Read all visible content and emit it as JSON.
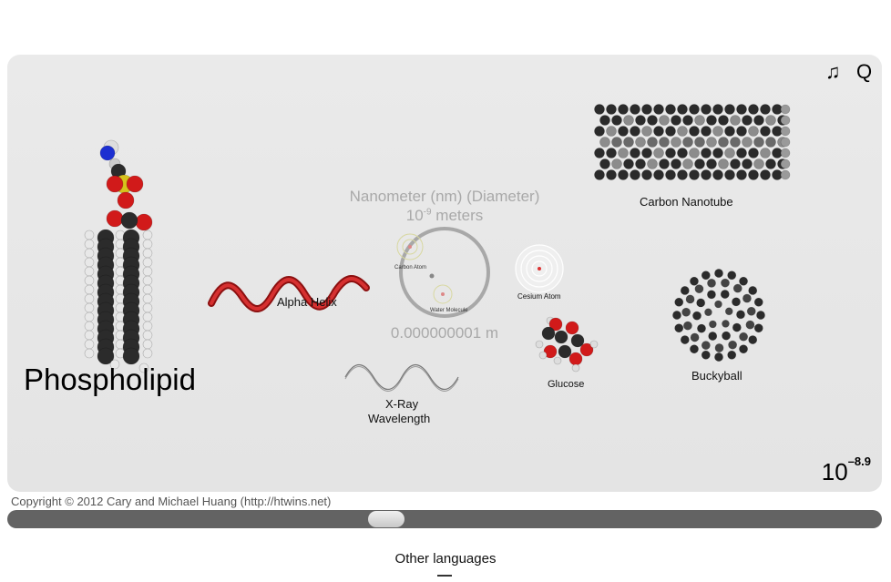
{
  "toolbar": {
    "music_icon": "music-note-icon",
    "search_icon": "search-icon",
    "music_glyph": "♫",
    "search_glyph": "Q"
  },
  "scene": {
    "title": "Phospholipid",
    "ghost_unit": "Nanometer (nm) (Diameter)",
    "ghost_power_base": "10",
    "ghost_power_exp": "-9",
    "ghost_power_unit": " meters",
    "ghost_value": "0.000000001 m",
    "labels": {
      "alpha_helix": "Alpha Helix",
      "carbon_nanotube": "Carbon Nanotube",
      "cesium_atom": "Cesium Atom",
      "glucose": "Glucose",
      "buckyball": "Buckyball",
      "xray_line1": "X-Ray",
      "xray_line2": "Wavelength",
      "carbon_atom_ghost": "Carbon Atom",
      "water_molecule_ghost": "Water Molecule"
    }
  },
  "scale": {
    "base": "10",
    "exponent": "–8.9"
  },
  "footer": {
    "copyright": "Copyright © 2012 Cary and Michael Huang (http://htwins.net)",
    "other_languages": "Other languages"
  },
  "slider": {
    "position": 0.43
  },
  "colors": {
    "stage_bg": "#e6e6e6",
    "slider_track": "#636363",
    "helix_red": "#c21d1d",
    "oxygen_red": "#d11a1a",
    "nitrogen_blue": "#1c2fd1",
    "phosphorus_yellow": "#d7c21c",
    "carbon_black": "#2b2b2b"
  }
}
